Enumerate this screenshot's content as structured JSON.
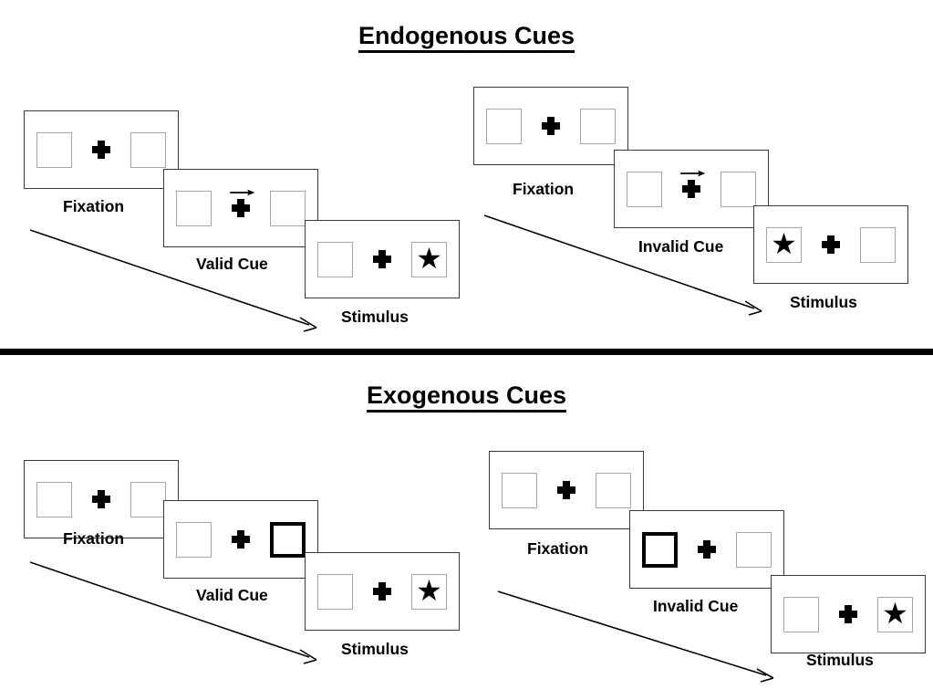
{
  "sections": [
    {
      "id": "endogenous",
      "title": "Endogenous Cues",
      "columns": [
        {
          "id": "endogenous-valid",
          "panels": [
            {
              "stage": "Fixation",
              "left": "empty",
              "right": "empty",
              "cue": "none",
              "cue_direction": ""
            },
            {
              "stage": "Valid Cue",
              "left": "empty",
              "right": "empty",
              "cue": "arrow",
              "cue_direction": "right"
            },
            {
              "stage": "Stimulus",
              "left": "empty",
              "right": "star",
              "cue": "none",
              "cue_direction": ""
            }
          ]
        },
        {
          "id": "endogenous-invalid",
          "panels": [
            {
              "stage": "Fixation",
              "left": "empty",
              "right": "empty",
              "cue": "none",
              "cue_direction": ""
            },
            {
              "stage": "Invalid Cue",
              "left": "empty",
              "right": "empty",
              "cue": "arrow",
              "cue_direction": "right"
            },
            {
              "stage": "Stimulus",
              "left": "star",
              "right": "empty",
              "cue": "none",
              "cue_direction": ""
            }
          ]
        }
      ]
    },
    {
      "id": "exogenous",
      "title": "Exogenous Cues",
      "columns": [
        {
          "id": "exogenous-valid",
          "panels": [
            {
              "stage": "Fixation",
              "left": "empty",
              "right": "empty",
              "cue": "none",
              "cue_direction": ""
            },
            {
              "stage": "Valid Cue",
              "left": "empty",
              "right": "highlight",
              "cue": "highlight",
              "cue_direction": "right"
            },
            {
              "stage": "Stimulus",
              "left": "empty",
              "right": "star",
              "cue": "none",
              "cue_direction": ""
            }
          ]
        },
        {
          "id": "exogenous-invalid",
          "panels": [
            {
              "stage": "Fixation",
              "left": "empty",
              "right": "empty",
              "cue": "none",
              "cue_direction": ""
            },
            {
              "stage": "Invalid Cue",
              "left": "highlight",
              "right": "empty",
              "cue": "highlight",
              "cue_direction": "left"
            },
            {
              "stage": "Stimulus",
              "left": "empty",
              "right": "star",
              "cue": "none",
              "cue_direction": ""
            }
          ]
        }
      ]
    }
  ],
  "labels": {
    "endogenous_title": "Endogenous Cues",
    "exogenous_title": "Exogenous Cues",
    "fixation": "Fixation",
    "valid_cue": "Valid Cue",
    "invalid_cue": "Invalid Cue",
    "stimulus": "Stimulus",
    "star_glyph": "★"
  },
  "colors": {
    "background": "#ffffff",
    "panel_border": "#3a3a3a",
    "square_border": "#a6a6a6",
    "cued_square_border": "#000000",
    "ink": "#000000",
    "divider": "#000000"
  }
}
